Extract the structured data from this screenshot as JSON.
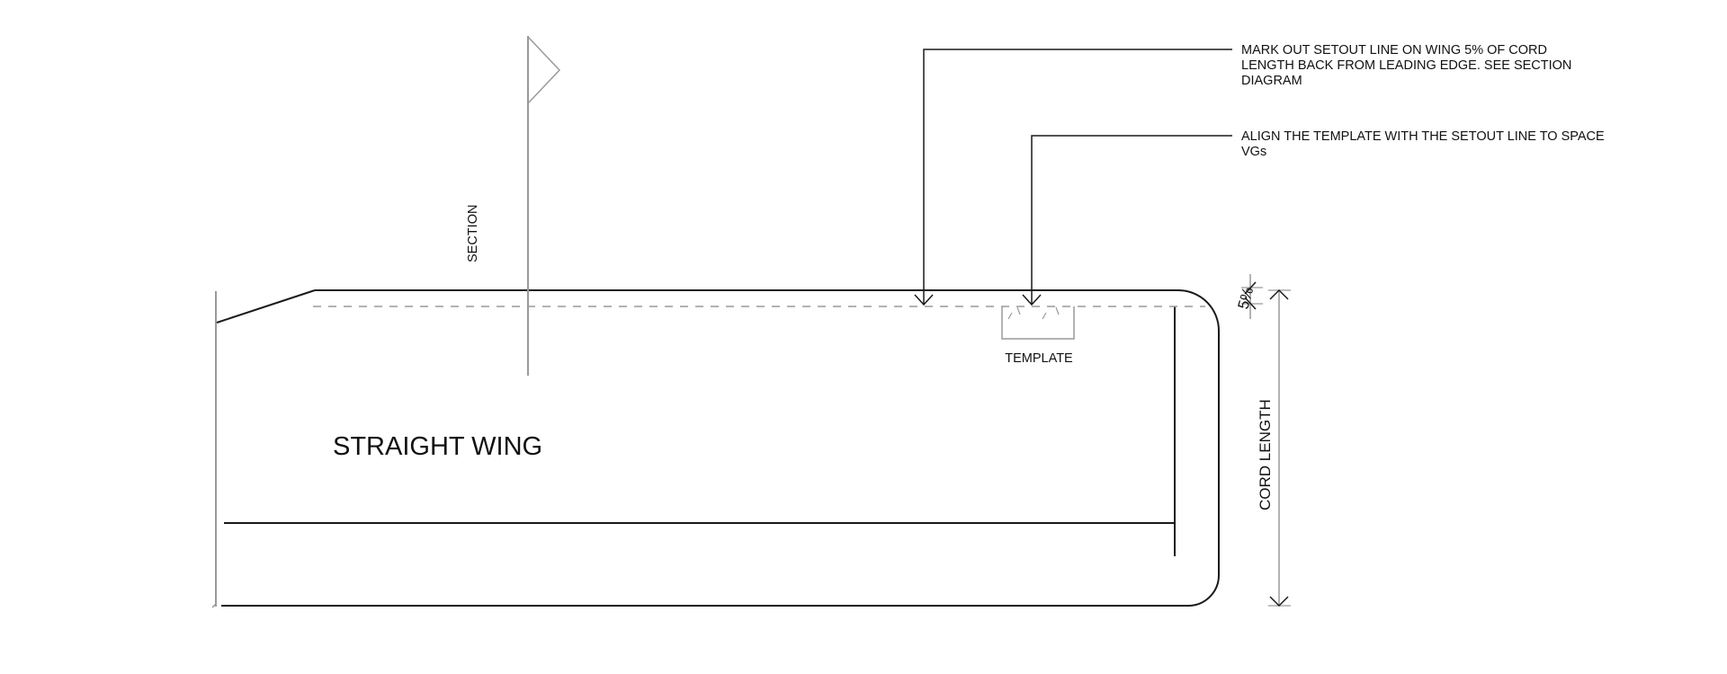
{
  "drawing": {
    "title": "STRAIGHT WING",
    "section_label": "SECTION",
    "template_label": "TEMPLATE",
    "notes": [
      {
        "id": "setout-note",
        "lines": [
          "MARK OUT SETOUT LINE ON WING 5% OF CORD",
          "LENGTH BACK FROM LEADING EDGE. SEE SECTION",
          "DIAGRAM"
        ]
      },
      {
        "id": "align-note",
        "lines": [
          "ALIGN THE TEMPLATE WITH THE SETOUT LINE TO SPACE",
          "VGs"
        ]
      }
    ],
    "dimensions": {
      "setout_offset": "5%",
      "cord_length": "CORD LENGTH"
    },
    "colors": {
      "outline": "#1a1a1a",
      "construction": "#9a9a9a",
      "background": "#ffffff"
    }
  }
}
